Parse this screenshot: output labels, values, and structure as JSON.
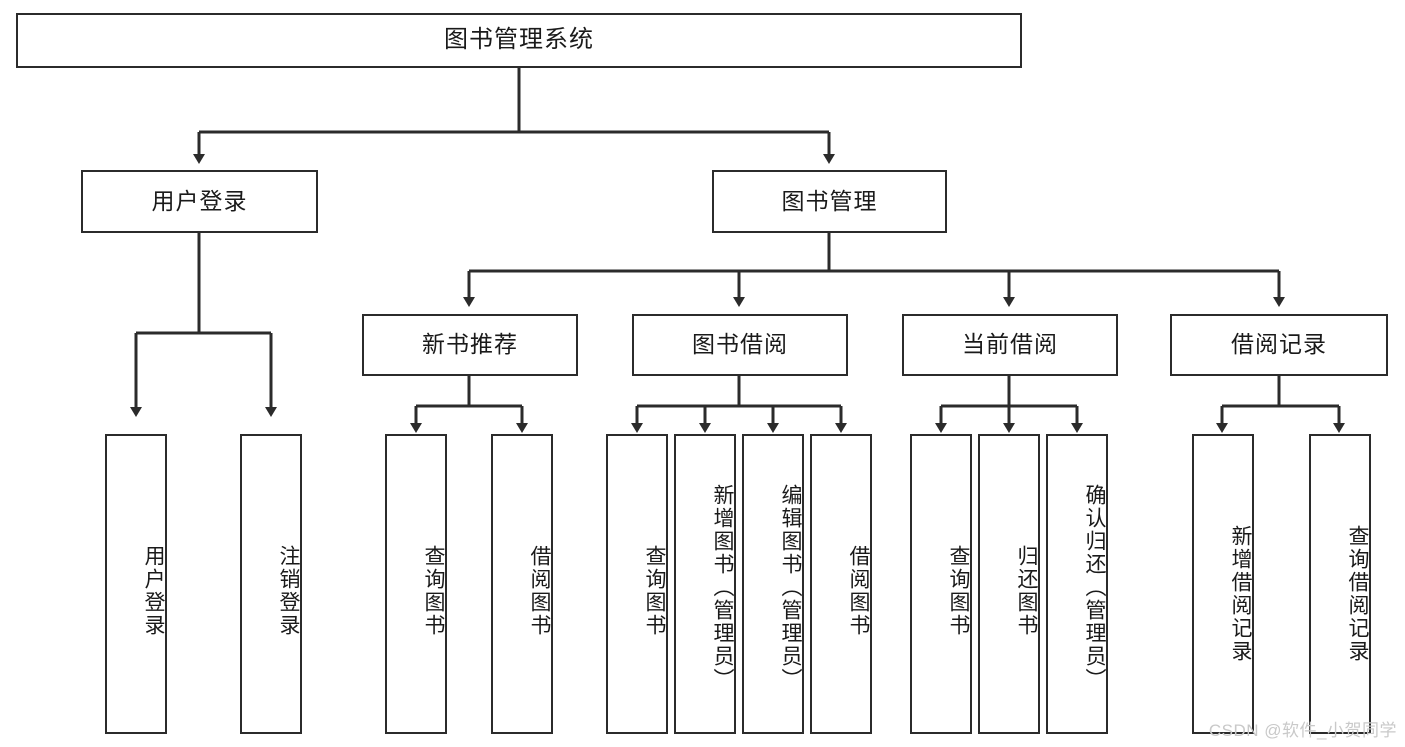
{
  "diagram": {
    "title": "图书管理系统",
    "type": "tree-hierarchy",
    "root": {
      "label": "图书管理系统"
    },
    "level2": [
      {
        "label": "用户登录"
      },
      {
        "label": "图书管理"
      }
    ],
    "level3": [
      {
        "label": "新书推荐"
      },
      {
        "label": "图书借阅"
      },
      {
        "label": "当前借阅"
      },
      {
        "label": "借阅记录"
      }
    ],
    "leaves": {
      "user_login": [
        {
          "label": "用户登录"
        },
        {
          "label": "注销登录"
        }
      ],
      "new_book_recommend": [
        {
          "label": "查询图书"
        },
        {
          "label": "借阅图书"
        }
      ],
      "book_borrow": [
        {
          "label": "查询图书"
        },
        {
          "label": "新增图书（管理员）"
        },
        {
          "label": "编辑图书（管理员）"
        },
        {
          "label": "借阅图书"
        }
      ],
      "current_borrow": [
        {
          "label": "查询图书"
        },
        {
          "label": "归还图书"
        },
        {
          "label": "确认归还（管理员）"
        }
      ],
      "borrow_record": [
        {
          "label": "新增借阅记录"
        },
        {
          "label": "查询借阅记录"
        }
      ]
    }
  },
  "watermark": {
    "text": "CSDN @软件_小贺同学"
  },
  "colors": {
    "stroke": "#2b2b2b",
    "background": "#ffffff",
    "text": "#1a1a1a",
    "watermark": "#c9c9c9"
  }
}
